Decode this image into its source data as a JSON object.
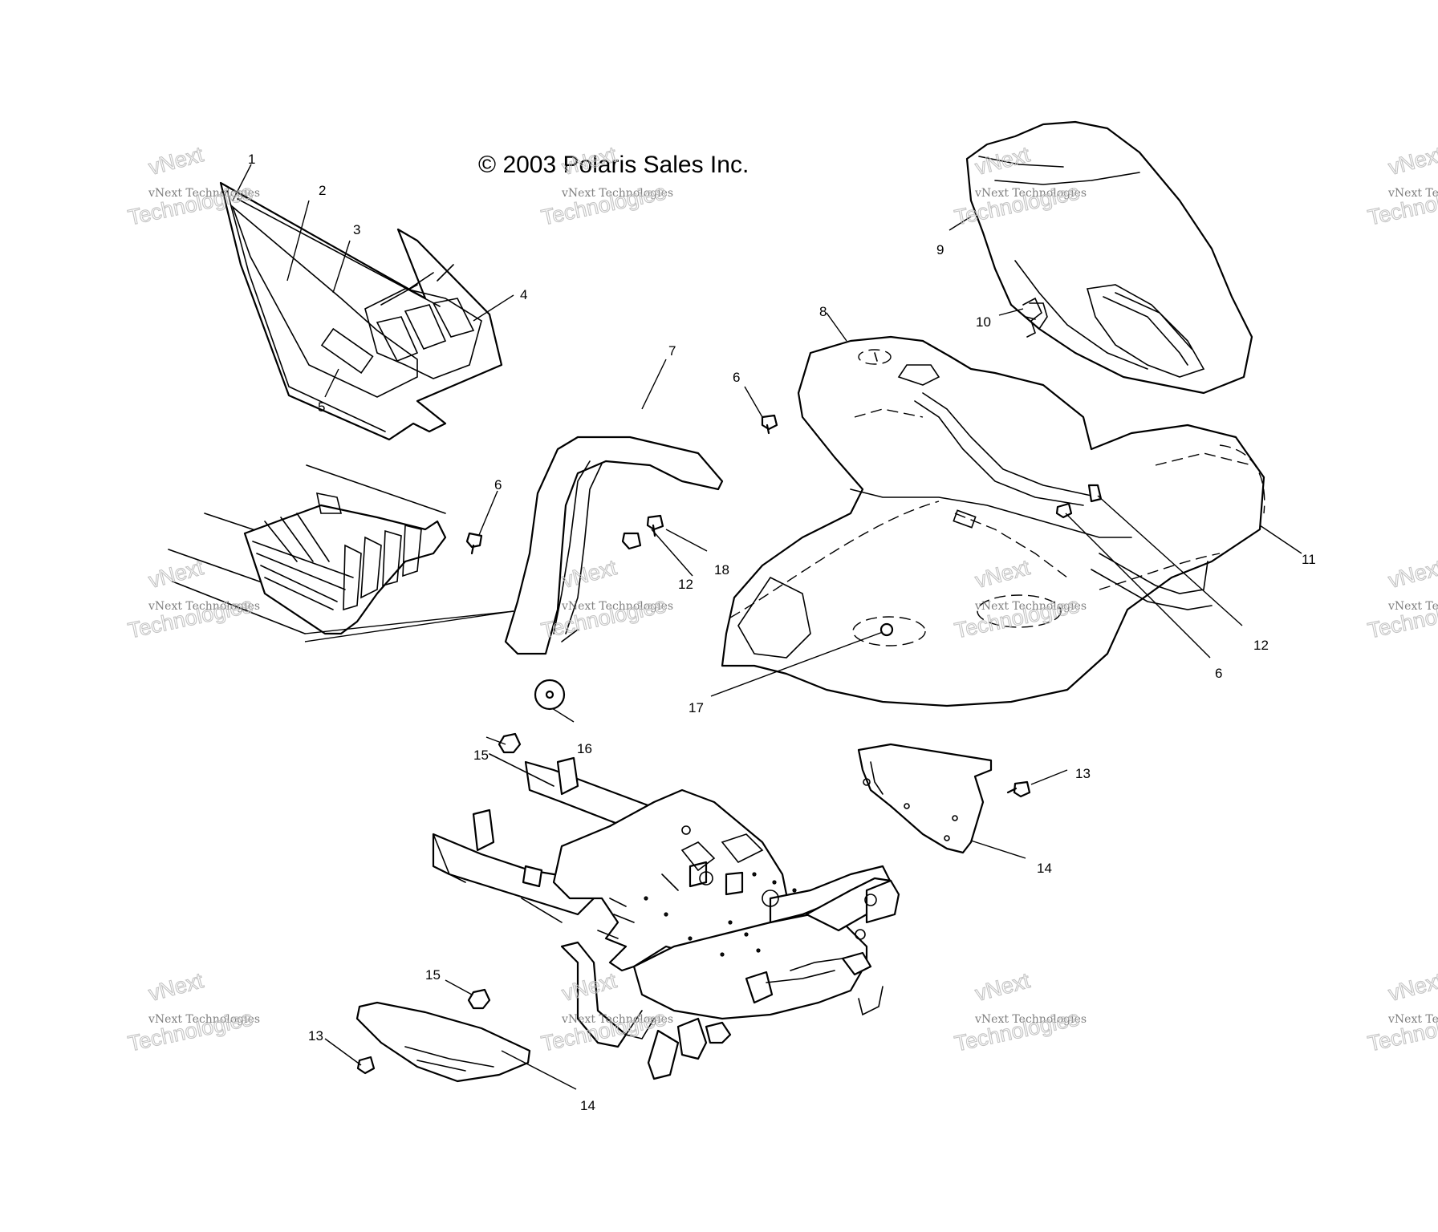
{
  "copyright": "© 2003 Polaris Sales Inc.",
  "watermark": {
    "small": "vNext Technologies",
    "big_line1": "vNext",
    "big_line2": "Technologies"
  },
  "callouts": [
    "1",
    "2",
    "3",
    "4",
    "5",
    "6",
    "6",
    "6",
    "7",
    "8",
    "9",
    "10",
    "11",
    "12",
    "12",
    "13",
    "13",
    "14",
    "14",
    "15",
    "15",
    "16",
    "17",
    "18"
  ]
}
